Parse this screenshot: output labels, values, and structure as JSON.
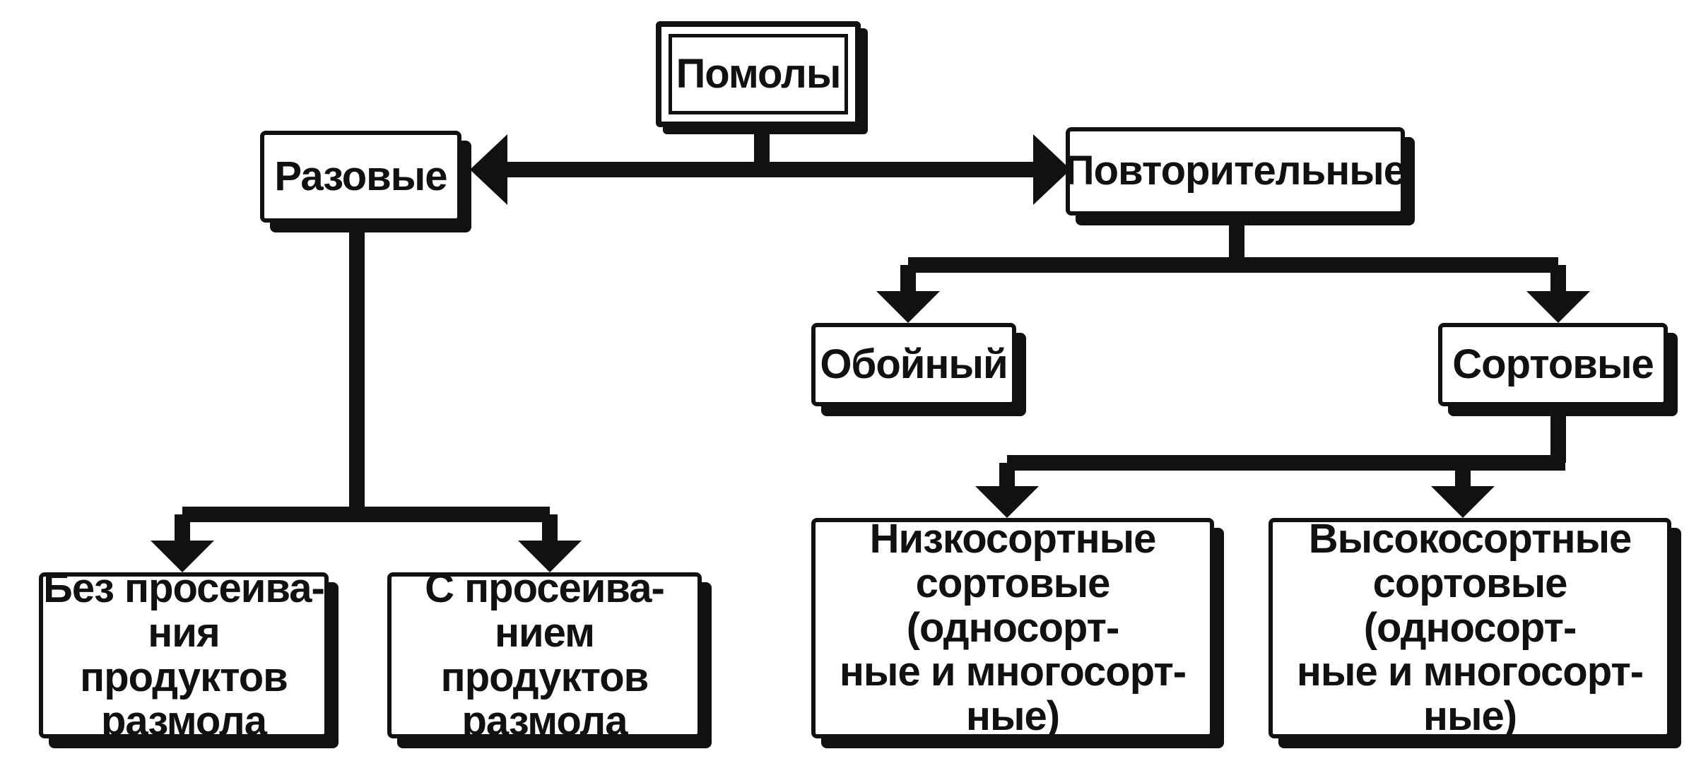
{
  "diagram": {
    "root": "Помолы",
    "one_time": "Разовые",
    "repeated": "Повторительные",
    "one_time_children": [
      "Без просеива-\nния продуктов\nразмола",
      "С просеива-\nнием продуктов\nразмола"
    ],
    "repeated_children": [
      "Обойный",
      "Сортовые"
    ],
    "graded_children": [
      "Низкосортные\nсортовые (односорт-\nные и многосорт-\nные)",
      "Высокосортные\nсортовые (односорт-\nные и многосорт-\nные)"
    ]
  },
  "colors": {
    "ink": "#111111",
    "paper": "#ffffff"
  }
}
